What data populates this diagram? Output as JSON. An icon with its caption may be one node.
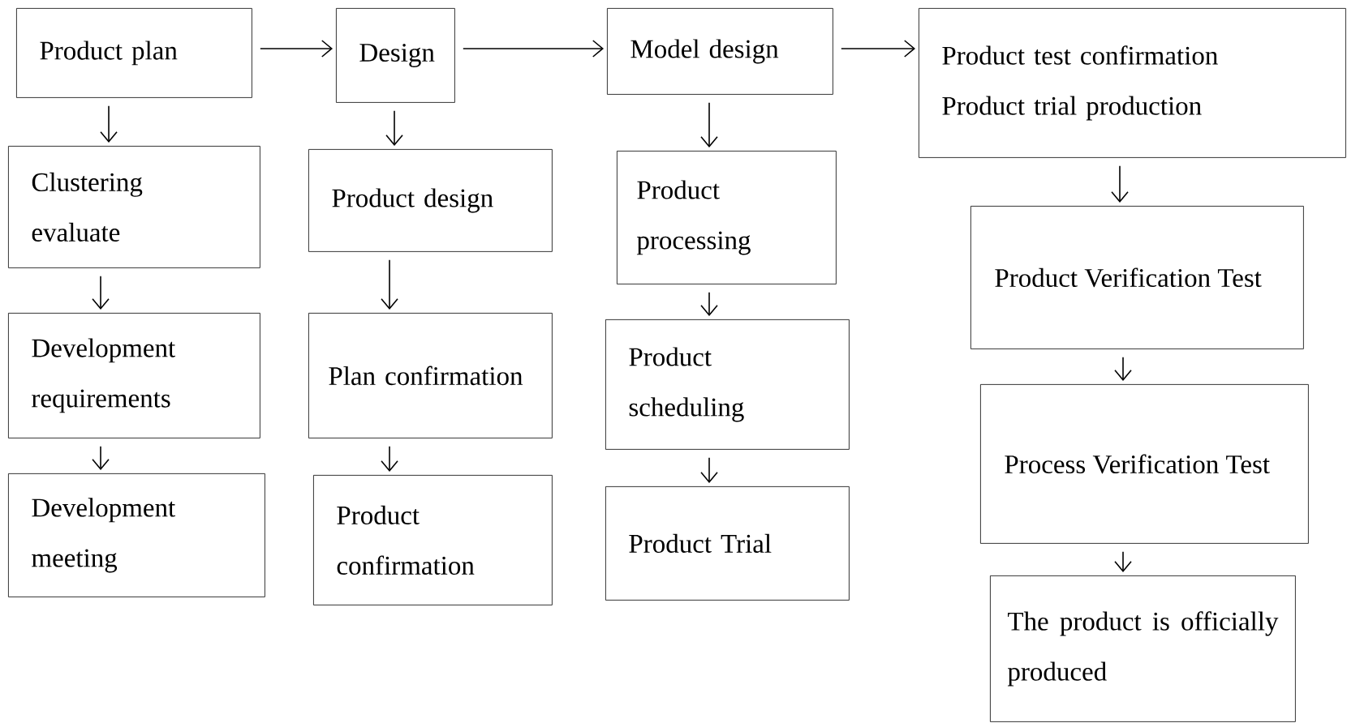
{
  "diagram": {
    "nodes": [
      {
        "text": [
          "Product plan"
        ]
      },
      {
        "text": [
          "Design"
        ]
      },
      {
        "text": [
          "Model design"
        ]
      },
      {
        "text": [
          "Product test confirmation",
          "Product trial production"
        ]
      },
      {
        "text": [
          "Clustering evaluate"
        ]
      },
      {
        "text": [
          "Development requirements"
        ]
      },
      {
        "text": [
          "Development meeting"
        ]
      },
      {
        "text": [
          "Product design"
        ]
      },
      {
        "text": [
          "Plan confirmation"
        ]
      },
      {
        "text": [
          "Product confirmation"
        ]
      },
      {
        "text": [
          "Product processing"
        ]
      },
      {
        "text": [
          "Product scheduling"
        ]
      },
      {
        "text": [
          "Product Trial"
        ]
      },
      {
        "text": [
          "Product Verification Test"
        ]
      },
      {
        "text": [
          "Process Verification Test"
        ]
      },
      {
        "text": [
          "The product is officially produced"
        ]
      }
    ],
    "edges": [
      {
        "from": 0,
        "to": 1,
        "arrow": "to"
      },
      {
        "from": 1,
        "to": 2,
        "arrow": "to"
      },
      {
        "from": 2,
        "to": 3,
        "arrow": "to"
      },
      {
        "from": 0,
        "to": 4,
        "arrow": "to"
      },
      {
        "from": 4,
        "to": 5,
        "arrow": "to"
      },
      {
        "from": 5,
        "to": 6,
        "arrow": "to"
      },
      {
        "from": 1,
        "to": 7,
        "arrow": "to"
      },
      {
        "from": 7,
        "to": 8,
        "arrow": "to"
      },
      {
        "from": 8,
        "to": 9,
        "arrow": "to"
      },
      {
        "from": 2,
        "to": 10,
        "arrow": "to"
      },
      {
        "from": 10,
        "to": 11,
        "arrow": "to"
      },
      {
        "from": 11,
        "to": 12,
        "arrow": "to"
      },
      {
        "from": 3,
        "to": 13,
        "arrow": "to"
      },
      {
        "from": 13,
        "to": 14,
        "arrow": "to"
      },
      {
        "from": 14,
        "to": 15,
        "arrow": "to"
      }
    ]
  }
}
